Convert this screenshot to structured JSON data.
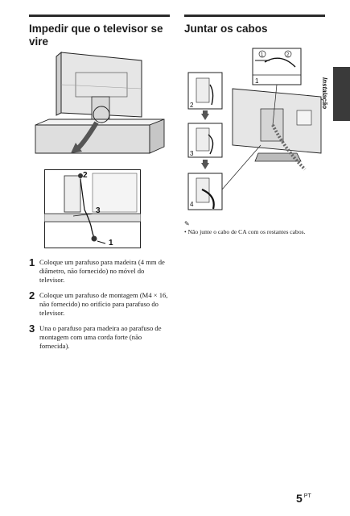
{
  "left_section": {
    "heading": "Impedir que o televisor se vire",
    "heading_line1": "Impedir que o televisor se",
    "heading_line2": "vire",
    "steps": [
      {
        "num": "1",
        "text": "Coloque um parafuso para madeira (4 mm de diâmetro, não fornecido) no móvel do televisor."
      },
      {
        "num": "2",
        "text": "Coloque um parafuso de montagem (M4 × 16, não fornecido) no orifício para parafuso do televisor."
      },
      {
        "num": "3",
        "text": "Una o parafuso para madeira ao parafuso de montagem com uma corda forte (não fornecida)."
      }
    ],
    "callouts": {
      "screw_top": "2",
      "cord": "3",
      "screw_bottom": "1"
    }
  },
  "right_section": {
    "heading": "Juntar os cabos",
    "callouts": {
      "inset_1": "1",
      "inset_2": "2",
      "panel_1": "1",
      "panel_2": "2",
      "panel_3": "3",
      "panel_4": "4"
    },
    "note_icon": "✎",
    "note": "•  Não junte o cabo de CA com os restantes cabos."
  },
  "side_tab": {
    "label": "Instalação"
  },
  "footer": {
    "page_number": "5",
    "lang": "PT"
  }
}
